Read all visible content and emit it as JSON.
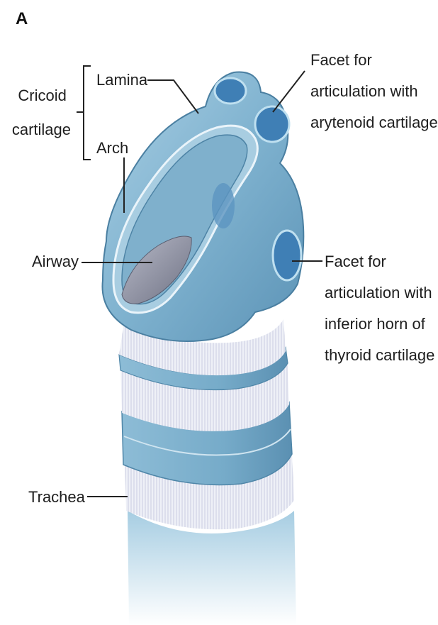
{
  "figure": {
    "panel_letter": "A",
    "labels": {
      "cricoid_cartilage": [
        "Cricoid",
        "cartilage"
      ],
      "lamina": "Lamina",
      "arch": "Arch",
      "airway": "Airway",
      "trachea": "Trachea",
      "facet_arytenoid": [
        "Facet for",
        "articulation with",
        "arytenoid cartilage"
      ],
      "facet_thyroid": [
        "Facet for",
        "articulation with",
        "inferior horn of",
        "thyroid cartilage"
      ]
    },
    "colors": {
      "cartilage": "#7fb2cf",
      "cartilage_dark": "#4f86a8",
      "facet": "#3f7fb5",
      "airway": "#8c8ea0",
      "membrane": "#e6e9f4"
    }
  }
}
